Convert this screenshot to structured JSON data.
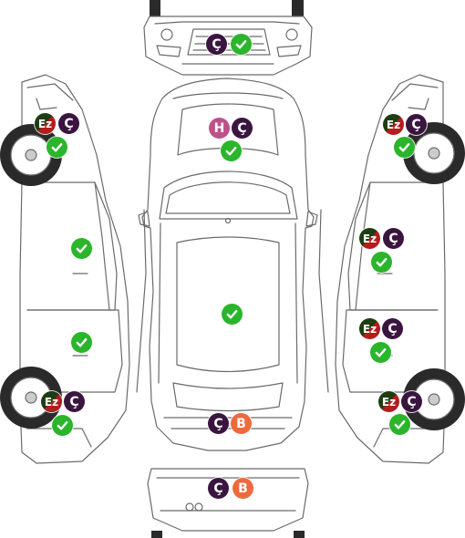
{
  "legend_letters": {
    "boya": "H",
    "cizik": "Ç",
    "ezik": "Ez",
    "bozuk": "B"
  },
  "colors": {
    "ok": "#2ab52a",
    "cizik": "#3a1540",
    "ezik": "#b31d1d",
    "ezik_dark": "#1d3d12",
    "boya": "#c0508a",
    "bozuk": "#ee6a3c",
    "outline": "#6b6b6b",
    "wheel": "#2a2a2a"
  },
  "markers": [
    {
      "id": "front-bumper-cizik",
      "part": "front-bumper",
      "kind": "cizik"
    },
    {
      "id": "front-bumper-ok",
      "part": "front-bumper",
      "kind": "ok"
    },
    {
      "id": "hood-boya",
      "part": "hood",
      "kind": "boya"
    },
    {
      "id": "hood-cizik",
      "part": "hood",
      "kind": "cizik"
    },
    {
      "id": "hood-ok",
      "part": "hood",
      "kind": "ok"
    },
    {
      "id": "roof-ok",
      "part": "roof",
      "kind": "ok"
    },
    {
      "id": "trunk-cizik",
      "part": "trunk",
      "kind": "cizik"
    },
    {
      "id": "trunk-bozuk",
      "part": "trunk",
      "kind": "bozuk"
    },
    {
      "id": "rear-bumper-cizik",
      "part": "rear-bumper",
      "kind": "cizik"
    },
    {
      "id": "rear-bumper-bozuk",
      "part": "rear-bumper",
      "kind": "bozuk"
    },
    {
      "id": "left-front-fender-ezik",
      "part": "left-front-fender",
      "kind": "ezik"
    },
    {
      "id": "left-front-fender-cizik",
      "part": "left-front-fender",
      "kind": "cizik"
    },
    {
      "id": "left-front-fender-ok",
      "part": "left-front-fender",
      "kind": "ok"
    },
    {
      "id": "left-front-door-ok",
      "part": "left-front-door",
      "kind": "ok"
    },
    {
      "id": "left-rear-door-ok",
      "part": "left-rear-door",
      "kind": "ok"
    },
    {
      "id": "left-rear-fender-ezik",
      "part": "left-rear-fender",
      "kind": "ezik"
    },
    {
      "id": "left-rear-fender-cizik",
      "part": "left-rear-fender",
      "kind": "cizik"
    },
    {
      "id": "left-rear-fender-ok",
      "part": "left-rear-fender",
      "kind": "ok"
    },
    {
      "id": "right-front-fender-ezik",
      "part": "right-front-fender",
      "kind": "ezik"
    },
    {
      "id": "right-front-fender-cizik",
      "part": "right-front-fender",
      "kind": "cizik"
    },
    {
      "id": "right-front-fender-ok",
      "part": "right-front-fender",
      "kind": "ok"
    },
    {
      "id": "right-front-door-ezik",
      "part": "right-front-door",
      "kind": "ezik"
    },
    {
      "id": "right-front-door-cizik",
      "part": "right-front-door",
      "kind": "cizik"
    },
    {
      "id": "right-front-door-ok",
      "part": "right-front-door",
      "kind": "ok"
    },
    {
      "id": "right-rear-door-ezik",
      "part": "right-rear-door",
      "kind": "ezik"
    },
    {
      "id": "right-rear-door-cizik",
      "part": "right-rear-door",
      "kind": "cizik"
    },
    {
      "id": "right-rear-door-ok",
      "part": "right-rear-door",
      "kind": "ok"
    },
    {
      "id": "right-rear-fender-ezik",
      "part": "right-rear-fender",
      "kind": "ezik"
    },
    {
      "id": "right-rear-fender-cizik",
      "part": "right-rear-fender",
      "kind": "cizik"
    },
    {
      "id": "right-rear-fender-ok",
      "part": "right-rear-fender",
      "kind": "ok"
    }
  ]
}
